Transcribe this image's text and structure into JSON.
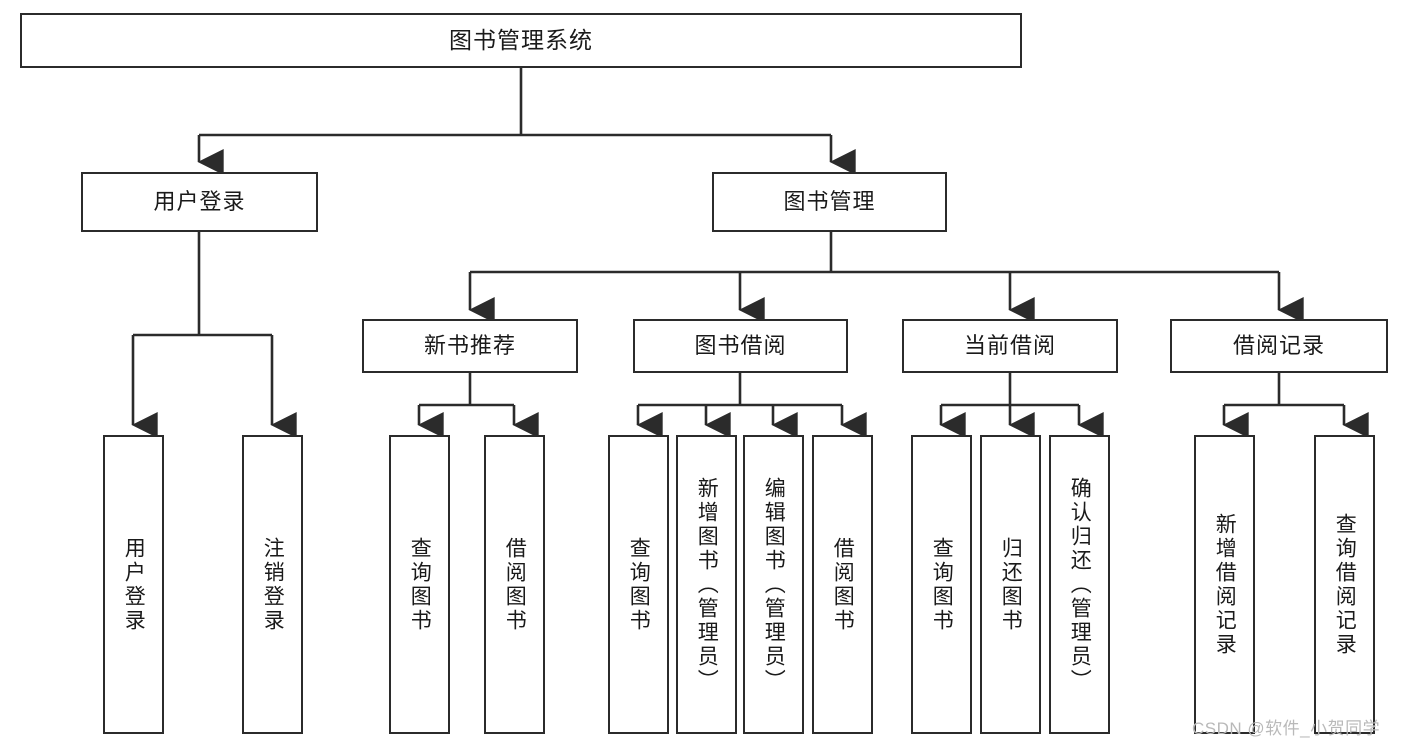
{
  "diagram": {
    "title": "图书管理系统",
    "watermark": "CSDN @软件_小贺同学",
    "stroke_color": "#2b2b2b",
    "fill_color": "#ffffff",
    "text_color": "#1a1a1a",
    "watermark_color": "#b9b9b9",
    "root": {
      "label": "图书管理系统"
    },
    "level2": [
      {
        "label": "用户登录"
      },
      {
        "label": "图书管理"
      }
    ],
    "level3": [
      {
        "label": "新书推荐"
      },
      {
        "label": "图书借阅"
      },
      {
        "label": "当前借阅"
      },
      {
        "label": "借阅记录"
      }
    ],
    "leaves": {
      "user_login": [
        {
          "label": "用户登录"
        },
        {
          "label": "注销登录"
        }
      ],
      "new_book": [
        {
          "label": "查询图书"
        },
        {
          "label": "借阅图书"
        }
      ],
      "borrow_book": [
        {
          "label": "查询图书"
        },
        {
          "label": "新增图书（管理员）"
        },
        {
          "label": "编辑图书（管理员）"
        },
        {
          "label": "借阅图书"
        }
      ],
      "current_borrow": [
        {
          "label": "查询图书"
        },
        {
          "label": "归还图书"
        },
        {
          "label": "确认归还（管理员）"
        }
      ],
      "borrow_record": [
        {
          "label": "新增借阅记录"
        },
        {
          "label": "查询借阅记录"
        }
      ]
    }
  }
}
